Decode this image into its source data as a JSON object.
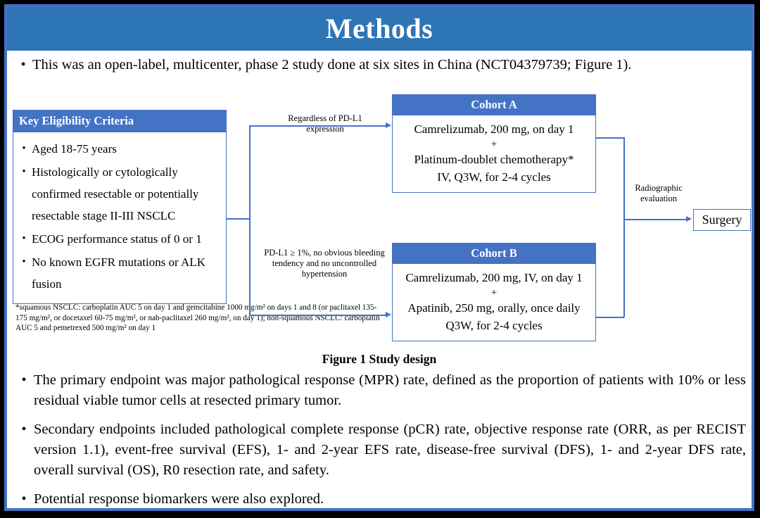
{
  "slide": {
    "title": "Methods",
    "accent_blue": "#4472C4",
    "title_bar_blue": "#2E75B6",
    "frame_border": "#4472C4",
    "page_background": "#000000"
  },
  "lead_bullet": {
    "marker": "•",
    "text": "This was an open-label, multicenter, phase 2 study done at six sites in China (NCT04379739; Figure 1)."
  },
  "figure": {
    "caption": "Figure 1 Study design",
    "eligibility": {
      "header": "Key  Eligibility Criteria",
      "marker": "•",
      "items": [
        "Aged 18-75 years",
        "Histologically or cytologically confirmed resectable or potentially resectable stage II-III  NSCLC",
        "ECOG performance status of 0 or 1",
        "No known EGFR mutations or ALK fusion"
      ]
    },
    "footnote": "*squamous NSCLC: carboplatin AUC 5 on day 1 and gemcitabine 1000 mg/m² on days 1 and 8 (or paclitaxel 135-175 mg/m², or docetaxel 60-75 mg/m², or nab-paclitaxel 260 mg/m², on day 1); non-squamous NSCLC: carboplatin AUC 5 and pemetrexed 500 mg/m² on day 1",
    "connectors": {
      "top_label": "Regardless of PD-L1 expression",
      "bottom_label": "PD-L1 ≥ 1%, no obvious bleeding tendency and no uncontrolled hypertension",
      "right_label": "Radiographic evaluation"
    },
    "cohort_a": {
      "header": "Cohort A",
      "line1": "Camrelizumab, 200 mg, on day 1",
      "plus": "+",
      "line2": "Platinum-doublet chemotherapy*",
      "line3": "IV, Q3W, for 2-4 cycles"
    },
    "cohort_b": {
      "header": "Cohort B",
      "line1": "Camrelizumab, 200 mg, IV, on day 1",
      "plus": "+",
      "line2": "Apatinib, 250 mg, orally, once daily",
      "line3": "Q3W, for 2-4 cycles"
    },
    "surgery": {
      "label": "Surgery"
    }
  },
  "bottom_bullets": {
    "marker": "•",
    "items": [
      "The primary endpoint was major pathological response (MPR) rate, defined as the proportion of patients with 10% or less residual viable tumor cells at resected primary tumor.",
      "Secondary endpoints included pathological complete response (pCR) rate, objective response rate (ORR, as per RECIST version 1.1), event-free survival (EFS), 1- and 2-year EFS rate, disease-free survival (DFS), 1- and 2-year DFS rate, overall survival (OS), R0 resection rate, and safety.",
      "Potential response biomarkers were also explored."
    ]
  }
}
